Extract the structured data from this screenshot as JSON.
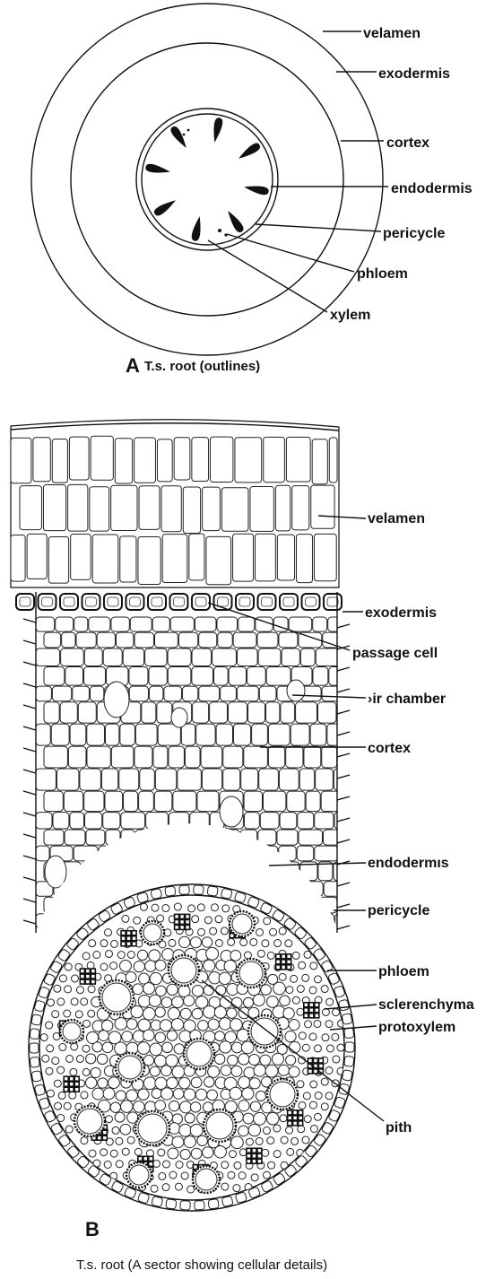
{
  "panel_a": {
    "letter": "A",
    "caption": "T.s. root (outlines)",
    "labels": {
      "velamen": "velamen",
      "exodermis": "exodermis",
      "cortex": "cortex",
      "endodermis": "endodermis",
      "pericycle": "pericycle",
      "phloem": "phloem",
      "xylem": "xylem"
    }
  },
  "panel_b": {
    "letter": "B",
    "caption": "T.s. root (A sector showing cellular details)",
    "labels": {
      "velamen": "velamen",
      "exodermis": "exodermis",
      "passage_cell": "passage cell",
      "air_chamber": "›ir chamber",
      "cortex": "cortex",
      "endodermis": "endodermıs",
      "pericycle": "pericycle",
      "phloem": "phloem",
      "sclerenchyma": "sclerenchyma",
      "protoxylem": "protoxylem",
      "pith": "pith"
    }
  }
}
